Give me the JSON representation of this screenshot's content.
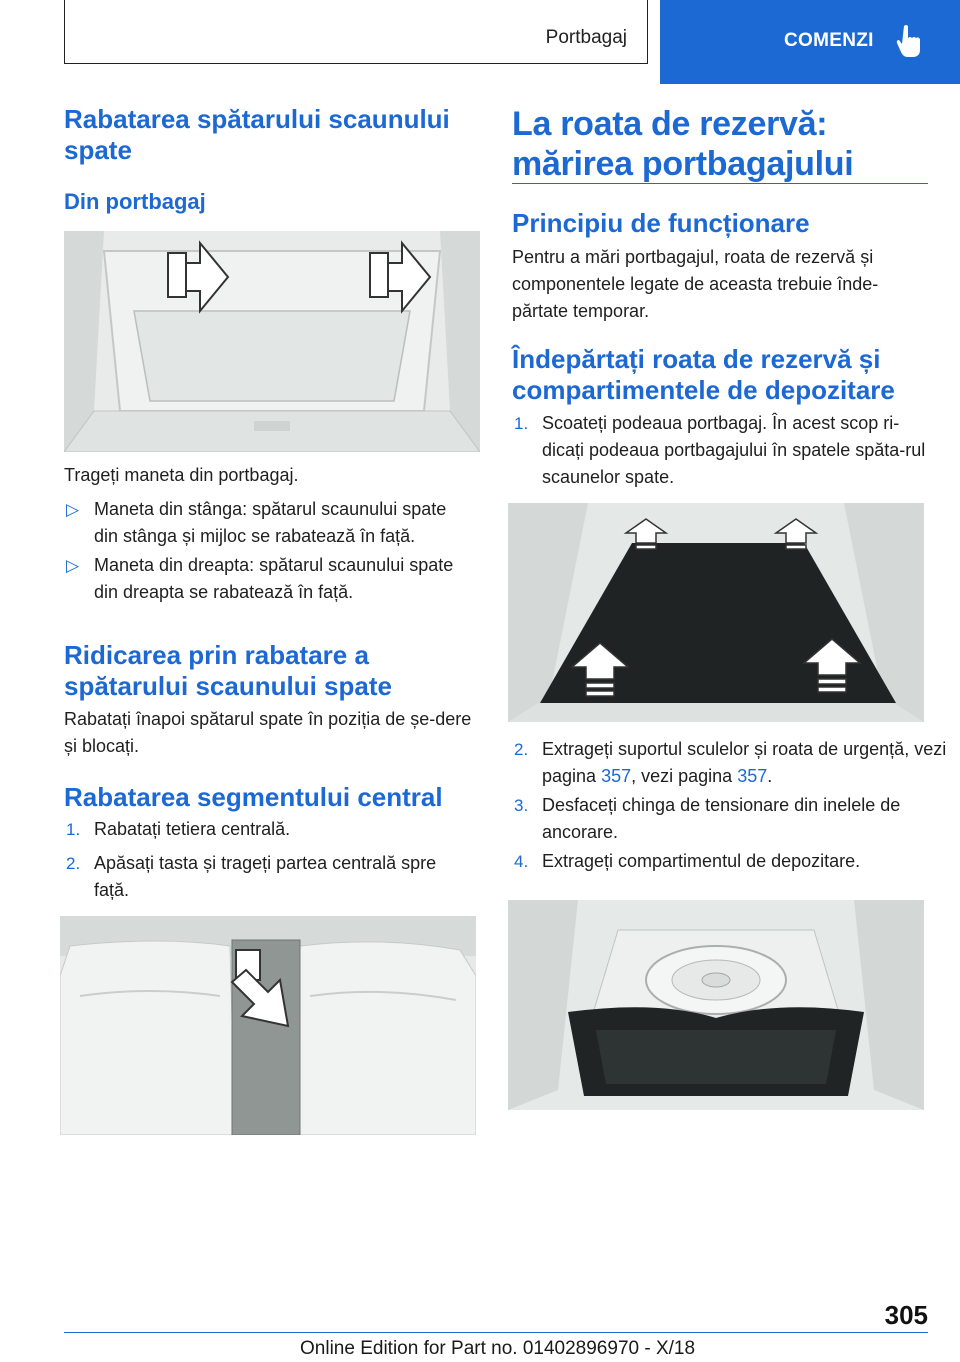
{
  "header": {
    "section": "Portbagaj",
    "tab": "COMENZI",
    "icon": "pointing-hand-icon",
    "accent": "#1c69d4"
  },
  "left": {
    "h_fold": "Rabatarea spătarului scaunului spate",
    "h_from_trunk": "Din portbagaj",
    "pull_lever": "Trageți maneta din portbagaj.",
    "bullets": [
      "Maneta din stânga: spătarul scaunului spate din stânga și mijloc se rabatează în față.",
      "Maneta din dreapta: spătarul scaunului spate din dreapta se rabatează în față."
    ],
    "h_raise": "Ridicarea prin rabatare a spătarului scaunului spate",
    "raise_text": "Rabatați înapoi spătarul spate în poziția de șe-dere și blocați.",
    "h_central": "Rabatarea segmentului central",
    "central_steps": [
      {
        "n": "1.",
        "text": "Rabatați tetiera centrală."
      },
      {
        "n": "2.",
        "text": "Apăsați tasta și trageți partea centrală spre față."
      }
    ]
  },
  "right": {
    "h_spare": "La roata de rezervă: mărirea portbagajului",
    "h_principle": "Principiu de funcționare",
    "principle_text": "Pentru a mări portbagajul, roata de rezervă și componentele legate de aceasta trebuie înde-părtate temporar.",
    "h_remove": "Îndepărtați roata de rezervă și compartimentele de depozitare",
    "step1": {
      "n": "1.",
      "text": "Scoateți podeaua portbagaj. În acest scop ri-dicați podeaua portbagajului în spatele spăta-rul scaunelor spate."
    },
    "step2": {
      "n": "2.",
      "pre": "Extrageți suportul sculelor și roata de urgență, vezi pagina ",
      "page1": "357",
      "mid": ", vezi pagina ",
      "page2": "357",
      "post": "."
    },
    "step3": {
      "n": "3.",
      "text": "Desfaceți chinga de tensionare din inelele de ancorare."
    },
    "step4": {
      "n": "4.",
      "text": "Extrageți compartimentul de depozitare."
    }
  },
  "footer": {
    "page_number": "305",
    "edition": "Online Edition for Part no. 01402896970 - X/18"
  },
  "bullet_marker": "▷"
}
